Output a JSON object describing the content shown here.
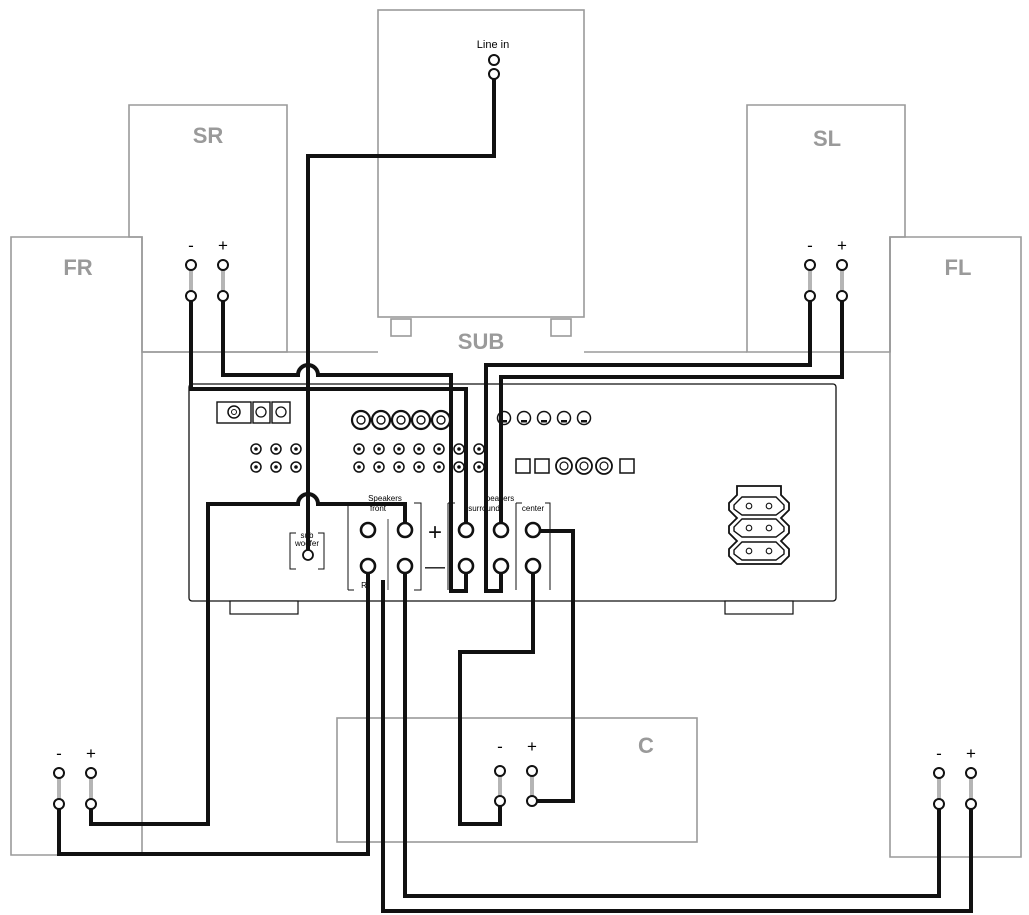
{
  "diagram": {
    "speakers": {
      "fr": {
        "label": "FR"
      },
      "sr": {
        "label": "SR"
      },
      "sub": {
        "label": "SUB",
        "input_label": "Line in"
      },
      "sl": {
        "label": "SL"
      },
      "fl": {
        "label": "FL"
      },
      "c": {
        "label": "C"
      }
    },
    "terminals": {
      "minus": "-",
      "plus": "+"
    },
    "receiver": {
      "speakers_group_left": "Speakers",
      "speakers_group_right": "peakers",
      "front": "front",
      "surround": "surround",
      "center": "center",
      "subwoofer_line1": "sub",
      "subwoofer_line2": "woofer",
      "big_plus": "+",
      "big_minus": "—",
      "r_mark": "R"
    },
    "colors": {
      "speaker_outline": "#9a9a9a",
      "wire": "#111111",
      "terminal_stem": "#b5b5b5"
    }
  }
}
